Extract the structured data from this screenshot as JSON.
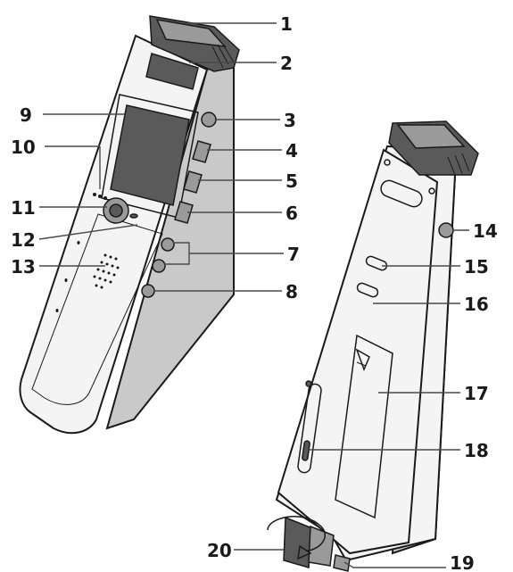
{
  "callouts": [
    {
      "id": "1",
      "label": "1"
    },
    {
      "id": "2",
      "label": "2"
    },
    {
      "id": "3",
      "label": "3"
    },
    {
      "id": "4",
      "label": "4"
    },
    {
      "id": "5",
      "label": "5"
    },
    {
      "id": "6",
      "label": "6"
    },
    {
      "id": "7",
      "label": "7"
    },
    {
      "id": "8",
      "label": "8"
    },
    {
      "id": "9",
      "label": "9"
    },
    {
      "id": "10",
      "label": "10"
    },
    {
      "id": "11",
      "label": "11"
    },
    {
      "id": "12",
      "label": "12"
    },
    {
      "id": "13",
      "label": "13"
    },
    {
      "id": "14",
      "label": "14"
    },
    {
      "id": "15",
      "label": "15"
    },
    {
      "id": "16",
      "label": "16"
    },
    {
      "id": "17",
      "label": "17"
    },
    {
      "id": "18",
      "label": "18"
    },
    {
      "id": "19",
      "label": "19"
    },
    {
      "id": "20",
      "label": "20"
    }
  ],
  "colors": {
    "outline": "#1a1a1a",
    "body": "#f4f4f4",
    "side": "#c9c9c9",
    "dark": "#5a5a5a",
    "leader": "#4a4a4a"
  }
}
